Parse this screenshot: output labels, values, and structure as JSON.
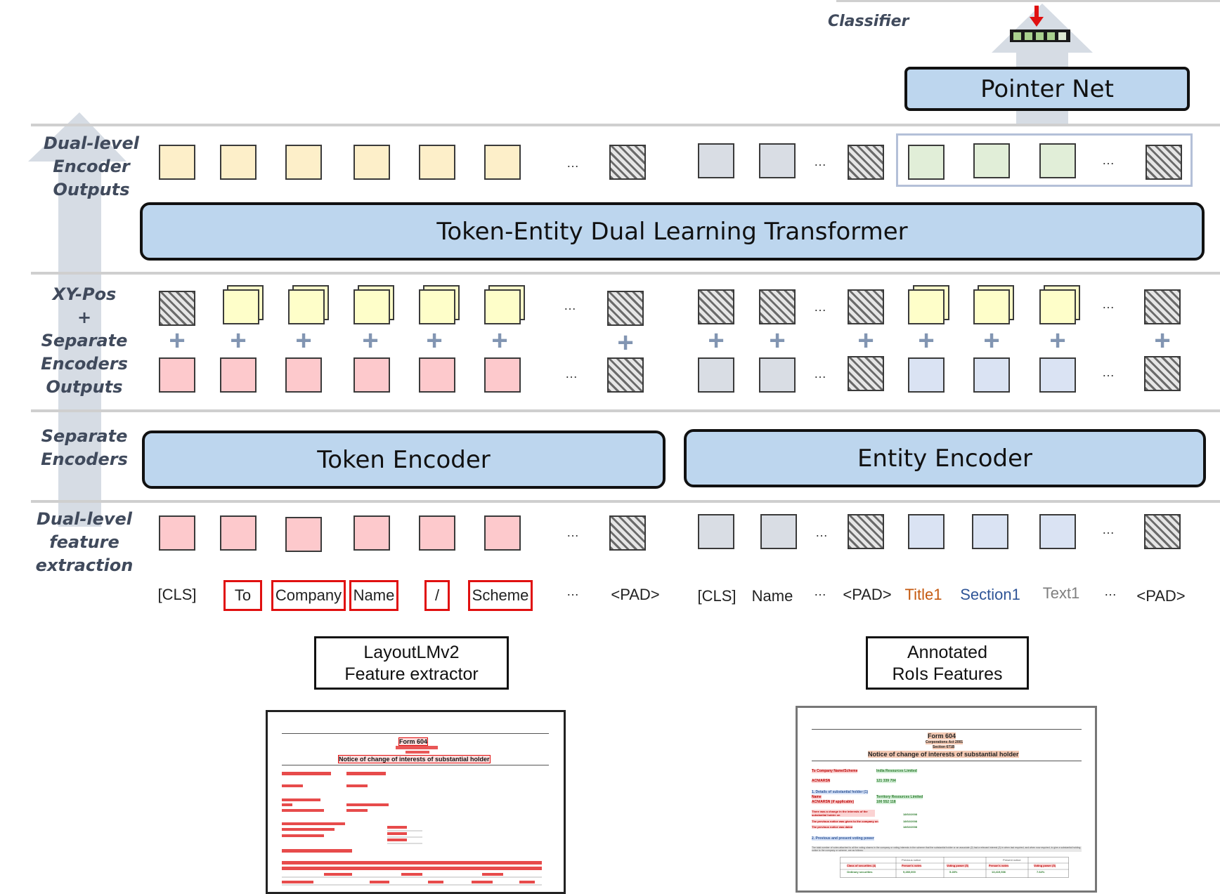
{
  "side_labels": {
    "encoder_outputs": [
      "Dual-level",
      "Encoder",
      "Outputs"
    ],
    "xy_pos": [
      "XY-Pos",
      "+",
      "Separate",
      "Encoders",
      "Outputs"
    ],
    "separate_encoders": [
      "Separate",
      "Encoders"
    ],
    "feature_extraction": [
      "Dual-level",
      "feature",
      "extraction"
    ]
  },
  "classifier_label": "Classifier",
  "pointer_net": "Pointer Net",
  "transformer": "Token-Entity Dual Learning Transformer",
  "token_encoder": "Token Encoder",
  "entity_encoder": "Entity Encoder",
  "ellipsis": "…",
  "plus_sign": "+",
  "token_labels": [
    "[CLS]",
    "To",
    "Company",
    "Name",
    "/",
    "Scheme",
    "…",
    "<PAD>"
  ],
  "entity_labels": [
    "[CLS]",
    "Name",
    "…",
    "<PAD>",
    "Title1",
    "Section1",
    "Text1",
    "…",
    "<PAD>"
  ],
  "entity_label_colors": {
    "title": "#c55a11",
    "section": "#2f5597",
    "text": "#7f7f7f"
  },
  "layoutlm_box": [
    "LayoutLMv2",
    "Feature extractor"
  ],
  "annotated_box": [
    "Annotated",
    "RoIs Features"
  ],
  "doc_left": {
    "form": "Form 604",
    "title": "Notice of change of interests of substantial holder"
  },
  "doc_right": {
    "form": "Form 604",
    "subtitle": "Corporations Act 2001",
    "section": "Section 671B",
    "title": "Notice of change of interests of substantial holder",
    "company_label": "To  Company Name/Scheme",
    "company_value": "India Resources Limited",
    "acn_label": "ACN/ARSN",
    "acn_value": "121 339 704",
    "details_heading": "1.    Details of substantial holder (1)",
    "name_label": "Name",
    "name_value": "Territory Resources Limited",
    "acn2_label": "ACN/ARSN (if applicable)",
    "acn2_value": "100 552 118",
    "change_text": "There was a change in the interests of the substantial holder on",
    "change_date": "18/02/2008",
    "notice_text": "The previous notice was given to the company on",
    "notice_date": "18/02/2008",
    "dated_text": "The previous notice was dated",
    "dated_date": "18/02/2008",
    "voting_heading": "2.    Previous and present voting power",
    "voting_text": "The total number of votes attached to all the voting shares in the company or voting interests in the scheme that the substantial holder or an associate (2) had a relevant interest (3) in when last required, and when now required, to give a substantial holding notice to the company or scheme, are as follows:",
    "table_headers": [
      "Class of securities (4)",
      "Person's votes",
      "Voting power (5)",
      "Person's votes",
      "Voting power (5)"
    ],
    "table_group_headers": [
      "Previous notice",
      "Present notice"
    ],
    "table_row": [
      "Ordinary securities",
      "9,280,000",
      "5.28%",
      "13,419,536",
      "7.64%"
    ]
  },
  "colors": {
    "encoder_blue": "#bdd6ee",
    "arrow_gray": "#d6dce4",
    "token_pink": "#fdc9cc",
    "token_beige": "#fdefc9",
    "entity_gray": "#d9dde4",
    "entity_green": "#e1eed8",
    "entity_lightblue": "#dae3f3",
    "pos_yellow": "#fefec9",
    "bbox_red": "#e01010",
    "plus_blue": "#8295b2",
    "classifier_arrow_red": "#e01010",
    "classifier_cell_green": "#a9d18e"
  }
}
